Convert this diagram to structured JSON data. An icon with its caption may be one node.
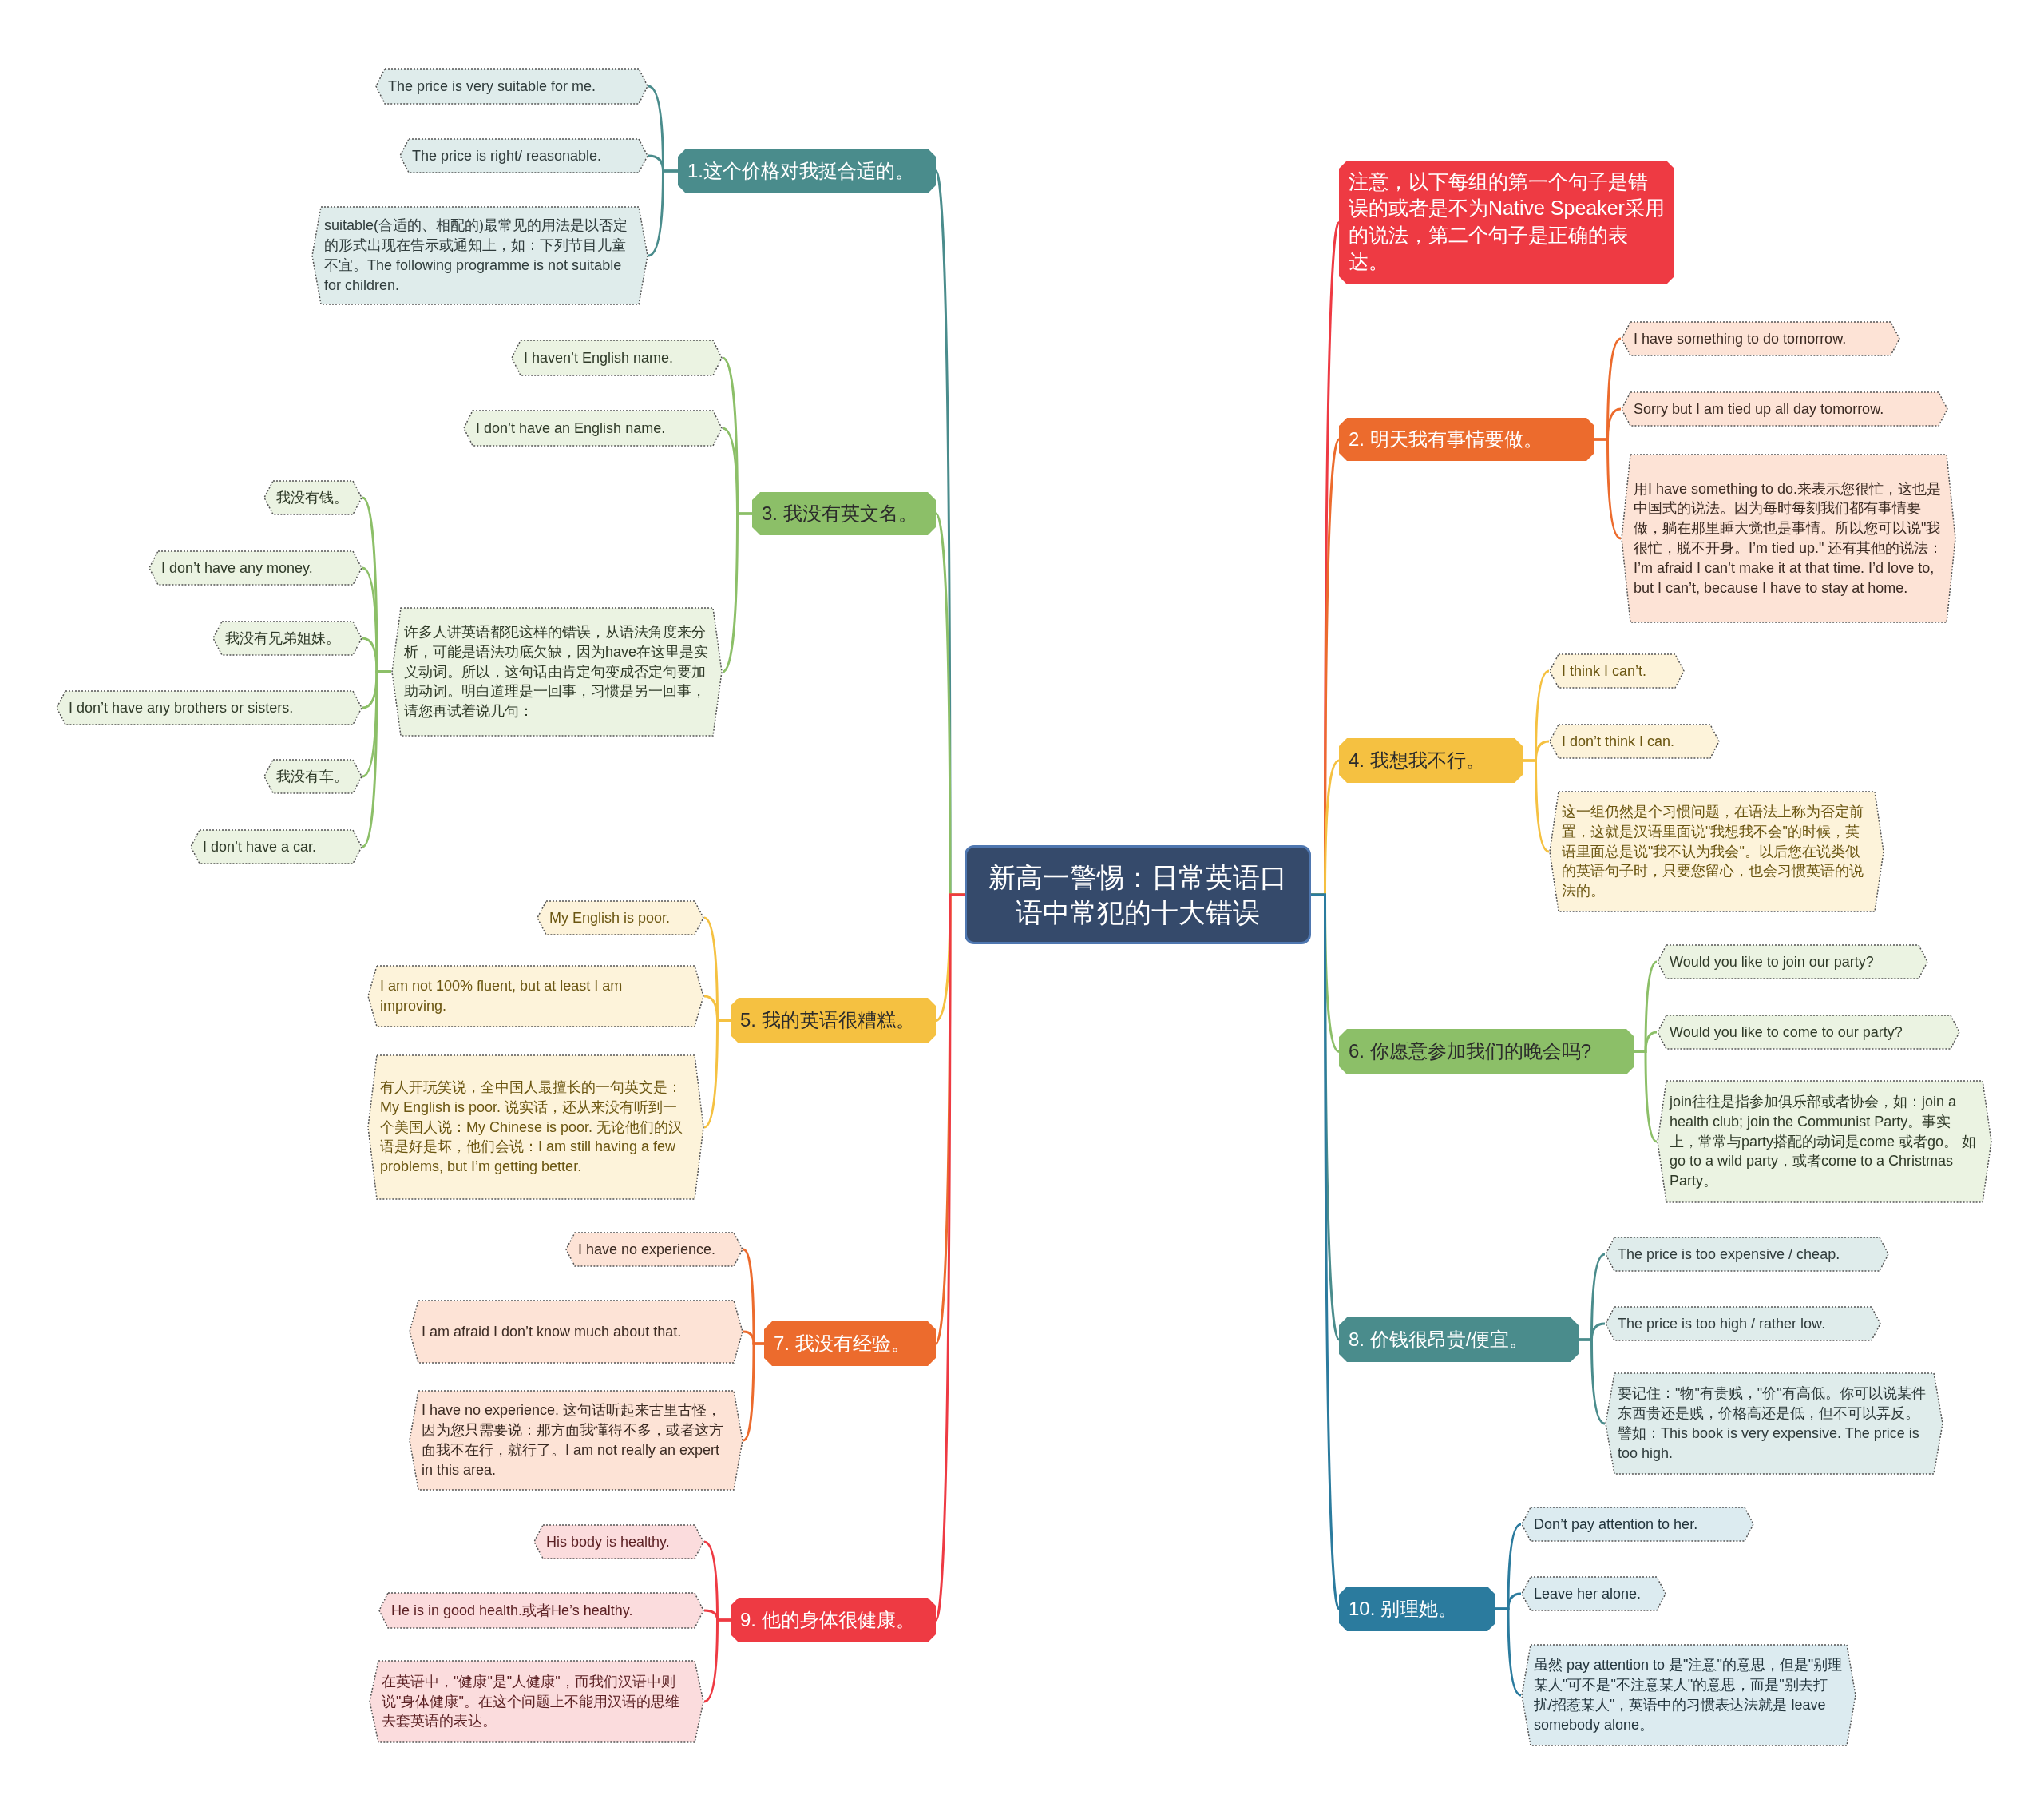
{
  "diagram": {
    "nodes": [
      {
        "text": [
          "新高一警惕：日常英语口语中常犯的十大错误"
        ]
      },
      {
        "text": [
          "1.这个价格对我挺合适的。"
        ]
      },
      {
        "text": [
          "The price is very suitable for me."
        ]
      },
      {
        "text": [
          "The price is right/ reasonable."
        ]
      },
      {
        "text": [
          "suitable(合适的、相配的)最常见的用法是以否定的形式出现在告示或通知上，如：下列节目儿童不宜。The following programme is not suitable for children."
        ]
      },
      {
        "text": [
          "3. 我没有英文名。"
        ]
      },
      {
        "text": [
          "I haven’t English name."
        ]
      },
      {
        "text": [
          "I don’t have an English name."
        ]
      },
      {
        "text": [
          "许多人讲英语都犯这样的错误，从语法角度来分析，可能是语法功底欠缺，因为have在这里是实义动词。所以，这句话由肯定句变成否定句要加助动词。明白道理是一回事，习惯是另一回事，请您再试着说几句："
        ]
      },
      {
        "text": [
          "我没有钱。"
        ]
      },
      {
        "text": [
          "I don’t have any money."
        ]
      },
      {
        "text": [
          "我没有兄弟姐妹。"
        ]
      },
      {
        "text": [
          "I don’t have any brothers or sisters."
        ]
      },
      {
        "text": [
          "我没有车。"
        ]
      },
      {
        "text": [
          "I don’t have a car."
        ]
      },
      {
        "text": [
          "5. 我的英语很糟糕。"
        ]
      },
      {
        "text": [
          "My English is poor."
        ]
      },
      {
        "text": [
          "I am not 100% fluent, but at least I am improving."
        ]
      },
      {
        "text": [
          "有人开玩笑说，全中国人最擅长的一句英文是：My English is poor. 说实话，还从来没有听到一个美国人说：My Chinese is poor. 无论他们的汉语是好是坏，他们会说：I am still having a few problems, but I’m getting better."
        ]
      },
      {
        "text": [
          "7. 我没有经验。"
        ]
      },
      {
        "text": [
          "I have no experience."
        ]
      },
      {
        "text": [
          "I am afraid I don’t know much about that."
        ]
      },
      {
        "text": [
          "I have no experience. 这句话听起来古里古怪，因为您只需要说：那方面我懂得不多，或者这方面我不在行，就行了。I am not really an expert in this area."
        ]
      },
      {
        "text": [
          "9. 他的身体很健康。"
        ]
      },
      {
        "text": [
          "His body is healthy."
        ]
      },
      {
        "text": [
          "He is in good health.或者He’s healthy."
        ]
      },
      {
        "text": [
          "在英语中，\"健康\"是\"人健康\"，而我们汉语中则说\"身体健康\"。在这个问题上不能用汉语的思维去套英语的表达。"
        ]
      },
      {
        "text": [
          "注意，以下每组的第一个句子是错误的或者是不为Native Speaker采用的说法，第二个句子是正确的表达。"
        ]
      },
      {
        "text": [
          "2. 明天我有事情要做。"
        ]
      },
      {
        "text": [
          "I have something to do tomorrow."
        ]
      },
      {
        "text": [
          "Sorry but I am tied up all day tomorrow."
        ]
      },
      {
        "text": [
          "用I have something to do.来表示您很忙，这也是中国式的说法。因为每时每刻我们都有事情要做，躺在那里睡大觉也是事情。所以您可以说\"我很忙，脱不开身。I’m tied up.\" 还有其他的说法：I’m afraid I can’t make it at that time. I’d love to, but I can’t, because I have to stay at home."
        ]
      },
      {
        "text": [
          "4. 我想我不行。"
        ]
      },
      {
        "text": [
          "I think I can’t."
        ]
      },
      {
        "text": [
          "I don’t think I can."
        ]
      },
      {
        "text": [
          "这一组仍然是个习惯问题，在语法上称为否定前置，这就是汉语里面说\"我想我不会\"的时候，英语里面总是说\"我不认为我会\"。以后您在说类似的英语句子时，只要您留心，也会习惯英语的说法的。"
        ]
      },
      {
        "text": [
          "6. 你愿意参加我们的晚会吗?"
        ]
      },
      {
        "text": [
          "Would you like to join our party?"
        ]
      },
      {
        "text": [
          "Would you like to come to our party?"
        ]
      },
      {
        "text": [
          "join往往是指参加俱乐部或者协会，如：join a health club; join the Communist Party。事实上，常常与party搭配的动词是come 或者go。 如go to a wild party，或者come to a Christmas Party。"
        ]
      },
      {
        "text": [
          "8. 价钱很昂贵/便宜。"
        ]
      },
      {
        "text": [
          "The price is too expensive / cheap."
        ]
      },
      {
        "text": [
          "The price is too high / rather low."
        ]
      },
      {
        "text": [
          "要记住：\"物\"有贵贱，\"价\"有高低。你可以说某件东西贵还是贱，价格高还是低，但不可以弄反。譬如：This book is very expensive. The price is too high."
        ]
      },
      {
        "text": [
          "10. 别理她。"
        ]
      },
      {
        "text": [
          "Don’t pay attention to her."
        ]
      },
      {
        "text": [
          "Leave her alone."
        ]
      },
      {
        "text": [
          "虽然 pay attention to 是\"注意\"的意思，但是\"别理某人\"可不是\"不注意某人\"的意思，而是\"别去打扰/招惹某人\"，英语中的习惯表达法就是 leave somebody alone。"
        ]
      }
    ],
    "edges": [
      {
        "from": 0,
        "to": 1,
        "arrow": "none",
        "color": "#4a8c8c"
      },
      {
        "from": 1,
        "to": 2,
        "arrow": "none",
        "color": "#4a8c8c"
      },
      {
        "from": 1,
        "to": 3,
        "arrow": "none",
        "color": "#4a8c8c"
      },
      {
        "from": 1,
        "to": 4,
        "arrow": "none",
        "color": "#4a8c8c"
      },
      {
        "from": 0,
        "to": 5,
        "arrow": "none",
        "color": "#8cbf68"
      },
      {
        "from": 5,
        "to": 6,
        "arrow": "none",
        "color": "#8cbf68"
      },
      {
        "from": 5,
        "to": 7,
        "arrow": "none",
        "color": "#8cbf68"
      },
      {
        "from": 5,
        "to": 8,
        "arrow": "none",
        "color": "#8cbf68"
      },
      {
        "from": 8,
        "to": 9,
        "arrow": "none",
        "color": "#8cbf68"
      },
      {
        "from": 8,
        "to": 10,
        "arrow": "none",
        "color": "#8cbf68"
      },
      {
        "from": 8,
        "to": 11,
        "arrow": "none",
        "color": "#8cbf68"
      },
      {
        "from": 8,
        "to": 12,
        "arrow": "none",
        "color": "#8cbf68"
      },
      {
        "from": 8,
        "to": 13,
        "arrow": "none",
        "color": "#8cbf68"
      },
      {
        "from": 8,
        "to": 14,
        "arrow": "none",
        "color": "#8cbf68"
      },
      {
        "from": 0,
        "to": 15,
        "arrow": "none",
        "color": "#f5c141"
      },
      {
        "from": 15,
        "to": 16,
        "arrow": "none",
        "color": "#f5c141"
      },
      {
        "from": 15,
        "to": 17,
        "arrow": "none",
        "color": "#f5c141"
      },
      {
        "from": 15,
        "to": 18,
        "arrow": "none",
        "color": "#f5c141"
      },
      {
        "from": 0,
        "to": 19,
        "arrow": "none",
        "color": "#ec6b2d"
      },
      {
        "from": 19,
        "to": 20,
        "arrow": "none",
        "color": "#ec6b2d"
      },
      {
        "from": 19,
        "to": 21,
        "arrow": "none",
        "color": "#ec6b2d"
      },
      {
        "from": 19,
        "to": 22,
        "arrow": "none",
        "color": "#ec6b2d"
      },
      {
        "from": 0,
        "to": 23,
        "arrow": "none",
        "color": "#ee3a43"
      },
      {
        "from": 23,
        "to": 24,
        "arrow": "none",
        "color": "#ee3a43"
      },
      {
        "from": 23,
        "to": 25,
        "arrow": "none",
        "color": "#ee3a43"
      },
      {
        "from": 23,
        "to": 26,
        "arrow": "none",
        "color": "#ee3a43"
      },
      {
        "from": 0,
        "to": 27,
        "arrow": "none",
        "color": "#ee3a43"
      },
      {
        "from": 0,
        "to": 28,
        "arrow": "none",
        "color": "#ec6b2d"
      },
      {
        "from": 28,
        "to": 29,
        "arrow": "none",
        "color": "#ec6b2d"
      },
      {
        "from": 28,
        "to": 30,
        "arrow": "none",
        "color": "#ec6b2d"
      },
      {
        "from": 28,
        "to": 31,
        "arrow": "none",
        "color": "#ec6b2d"
      },
      {
        "from": 0,
        "to": 32,
        "arrow": "none",
        "color": "#f5c141"
      },
      {
        "from": 32,
        "to": 33,
        "arrow": "none",
        "color": "#f5c141"
      },
      {
        "from": 32,
        "to": 34,
        "arrow": "none",
        "color": "#f5c141"
      },
      {
        "from": 32,
        "to": 35,
        "arrow": "none",
        "color": "#f5c141"
      },
      {
        "from": 0,
        "to": 36,
        "arrow": "none",
        "color": "#8cbf68"
      },
      {
        "from": 36,
        "to": 37,
        "arrow": "none",
        "color": "#8cbf68"
      },
      {
        "from": 36,
        "to": 38,
        "arrow": "none",
        "color": "#8cbf68"
      },
      {
        "from": 36,
        "to": 39,
        "arrow": "none",
        "color": "#8cbf68"
      },
      {
        "from": 0,
        "to": 40,
        "arrow": "none",
        "color": "#4a8c8c"
      },
      {
        "from": 40,
        "to": 41,
        "arrow": "none",
        "color": "#4a8c8c"
      },
      {
        "from": 40,
        "to": 42,
        "arrow": "none",
        "color": "#4a8c8c"
      },
      {
        "from": 40,
        "to": 43,
        "arrow": "none",
        "color": "#4a8c8c"
      },
      {
        "from": 0,
        "to": 44,
        "arrow": "none",
        "color": "#2b7b9e"
      },
      {
        "from": 44,
        "to": 45,
        "arrow": "none",
        "color": "#2b7b9e"
      },
      {
        "from": 44,
        "to": 46,
        "arrow": "none",
        "color": "#2b7b9e"
      },
      {
        "from": 44,
        "to": 47,
        "arrow": "none",
        "color": "#2b7b9e"
      }
    ]
  }
}
